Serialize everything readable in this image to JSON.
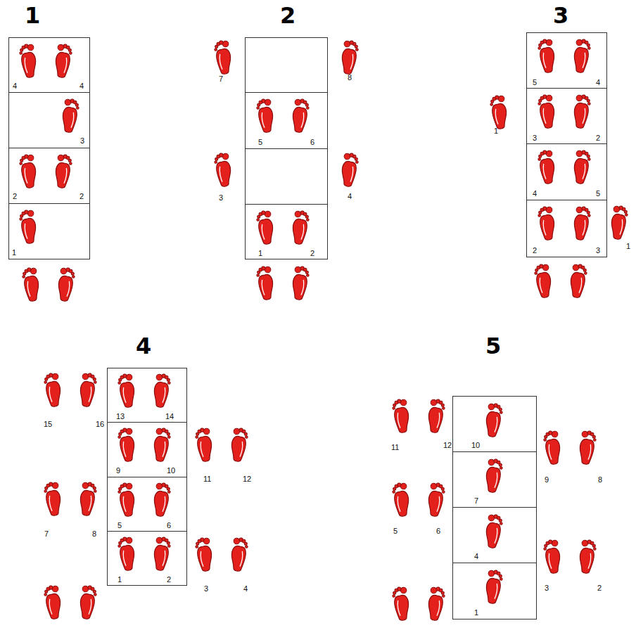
{
  "diagram": {
    "nodes": [
      {
        "text": [
          "4",
          "4"
        ]
      },
      {
        "text": [
          "3"
        ]
      },
      {
        "text": [
          "2",
          "2"
        ]
      },
      {
        "text": [
          "1"
        ]
      },
      {
        "text": [
          "5",
          "6"
        ]
      },
      {
        "text": [
          "1",
          "2"
        ]
      },
      {
        "text": [
          "5",
          "4"
        ]
      },
      {
        "text": [
          "3",
          "2"
        ]
      },
      {
        "text": [
          "4",
          "5"
        ]
      },
      {
        "text": [
          "2",
          "3"
        ]
      },
      {
        "text": [
          "13",
          "14"
        ]
      },
      {
        "text": [
          "9",
          "10"
        ]
      },
      {
        "text": [
          "5",
          "6"
        ]
      },
      {
        "text": [
          "1",
          "2"
        ]
      },
      {
        "text": [
          "10"
        ]
      },
      {
        "text": [
          "7"
        ]
      },
      {
        "text": [
          "4"
        ]
      },
      {
        "text": [
          "1"
        ]
      }
    ],
    "labels": [
      "1",
      "2",
      "3",
      "4",
      "5",
      "7",
      "8",
      "3",
      "4",
      "1",
      "1",
      "15",
      "16",
      "11",
      "12",
      "7",
      "8",
      "3",
      "4",
      "11",
      "12",
      "9",
      "8",
      "5",
      "6",
      "3",
      "2"
    ]
  }
}
